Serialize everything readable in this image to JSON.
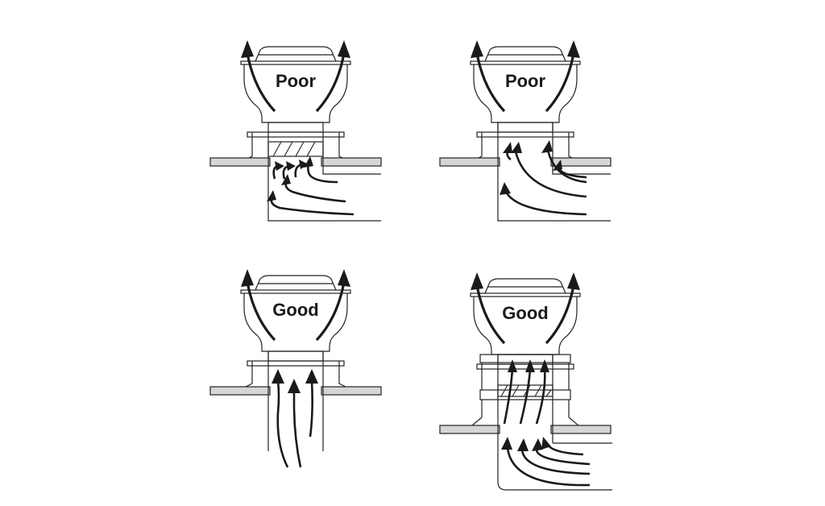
{
  "panels": [
    {
      "id": "top-left",
      "rating": "Poor"
    },
    {
      "id": "top-right",
      "rating": "Poor"
    },
    {
      "id": "bottom-left",
      "rating": "Good"
    },
    {
      "id": "bottom-right",
      "rating": "Good"
    }
  ],
  "colors": {
    "line": "#222222",
    "roof": "#d6d6d6",
    "background": "#ffffff"
  }
}
